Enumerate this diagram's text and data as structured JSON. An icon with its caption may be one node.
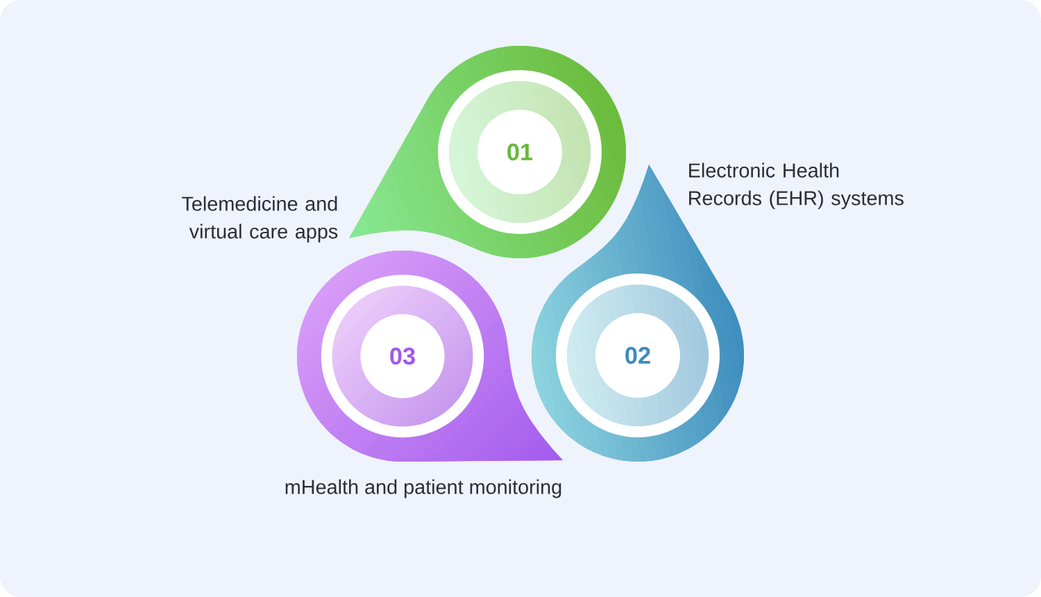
{
  "diagram": {
    "nodes": [
      {
        "text": [
          "01"
        ],
        "beside": [
          "Telemedicine and virtual care apps"
        ]
      },
      {
        "text": [
          "02"
        ],
        "beside": [
          "Electronic Health Records (EHR) systems"
        ]
      },
      {
        "text": [
          "03"
        ],
        "beside": [
          "mHealth and patient monitoring"
        ]
      }
    ]
  }
}
